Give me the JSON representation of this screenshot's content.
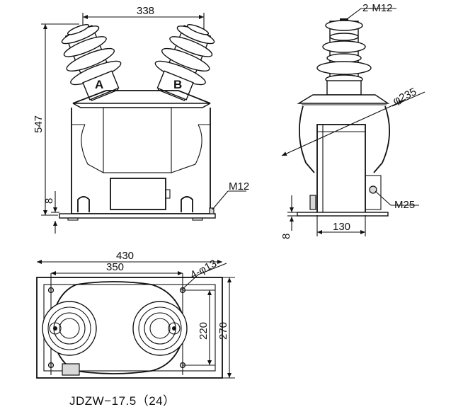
{
  "front_view": {
    "width_dim": "338",
    "height_dim": "547",
    "base_dim": "8",
    "bolt_label": "M12",
    "phase_a": "A",
    "phase_b": "B"
  },
  "side_view": {
    "terminal_label": "2-M12",
    "diameter_label": "φ235",
    "ground_label": "M25",
    "base_width_dim": "130",
    "base_dim": "8"
  },
  "top_view": {
    "overall_width_dim": "430",
    "hole_spacing_dim": "350",
    "hole_label": "4-φ13",
    "hole_depth_dim": "220",
    "overall_depth_dim": "270"
  },
  "caption": "JDZW−17.5（24）"
}
